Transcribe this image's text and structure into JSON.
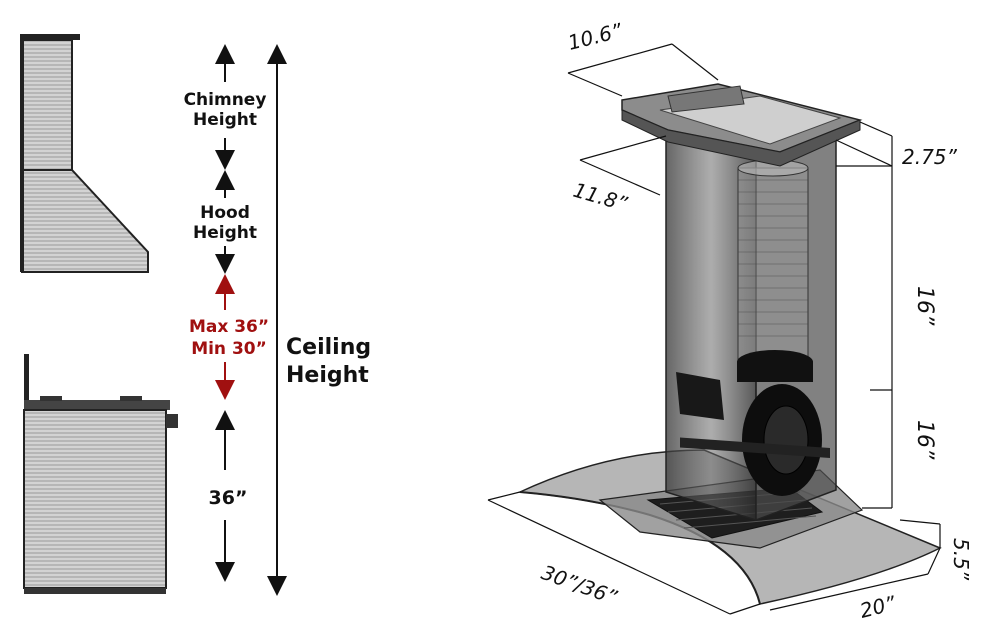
{
  "left_labels": {
    "chimney_line1": "Chimney",
    "chimney_line2": "Height",
    "hood_line1": "Hood",
    "hood_line2": "Height",
    "max": "Max 36”",
    "min": "Min 30”",
    "ceiling_line1": "Ceiling",
    "ceiling_line2": "Height",
    "counter": "36”"
  },
  "right_dims": {
    "top_width": "10.6”",
    "top_depth": "11.8”",
    "top_height": "2.75”",
    "upper_chimney": "16”",
    "lower_chimney": "16”",
    "hood_width": "30”/36”",
    "hood_depth": "20”",
    "hood_height": "5.5”"
  },
  "colors": {
    "annotation_red": "#a01010",
    "text": "#111111"
  }
}
